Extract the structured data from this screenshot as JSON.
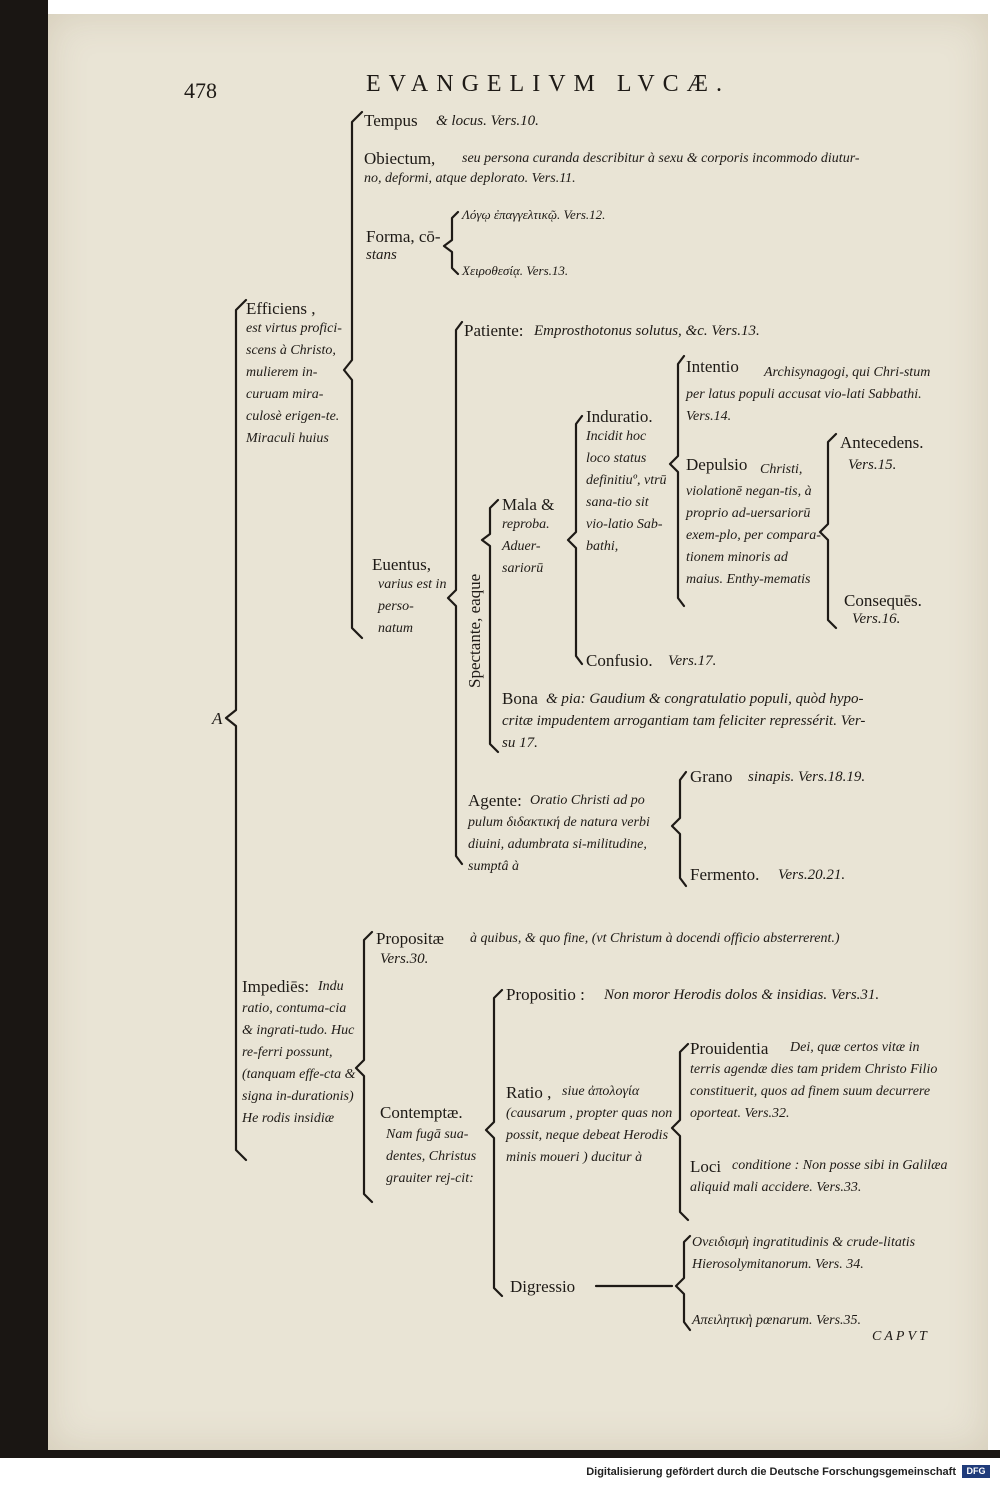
{
  "page_number": "478",
  "running_head": "EVANGELIVM LVCÆ.",
  "root_letter": "A",
  "efficiens": {
    "label": "Efficiens ,",
    "desc": "est virtus profici-scens à Christo, mulierem in-curuam mira-culosè erigen-te. Miraculi huius"
  },
  "tempus": {
    "label": "Tempus",
    "rest": "& locus. Vers.10."
  },
  "obiectum": {
    "label": "Obiectum,",
    "line1": "seu persona curanda describitur à sexu & corporis incommodo diutur-",
    "line2": "no, deformi, atque deplorato. Vers.11."
  },
  "forma": {
    "label": "Forma, cō-",
    "label2": "stans",
    "items": [
      "Λόγῳ ἐπαγγελτικῷ. Vers.12.",
      "Χειροθεσίᾳ. Vers.13."
    ]
  },
  "euentus": {
    "label": "Euentus,",
    "desc": "varius est in perso-natum"
  },
  "spectante": "Spectante, eaque",
  "patiente": {
    "label": "Patiente:",
    "rest": "Emprosthotonus solutus, &c. Vers.13."
  },
  "mala": {
    "label": "Mala &",
    "desc": "reproba. Aduer-sariorū"
  },
  "induratio": {
    "label": "Induratio.",
    "desc": "Incidit hoc loco status definitiuº, vtrū sana-tio sit vio-latio Sab-bathi,"
  },
  "intentio": {
    "label": "Intentio",
    "desc": "Archisynagogi, qui Chri-stum per latus populi accusat vio-lati Sabbathi. Vers.14."
  },
  "depulsio": {
    "label": "Depulsio",
    "desc": "Christi, violationē negan-tis, à proprio ad-uersariorū exem-plo, per compara-tionem minoris ad maius. Enthy-mematis"
  },
  "antecedens": {
    "label": "Antecedens.",
    "vers": "Vers.15."
  },
  "consequens": {
    "label": "Consequēs.",
    "vers": "Vers.16."
  },
  "confusio": {
    "label": "Confusio.",
    "vers": "Vers.17."
  },
  "bona": {
    "label": "Bona",
    "line1": "& pia: Gaudium & congratulatio populi, quòd hypo-",
    "line2": "critæ impudentem arrogantiam tam feliciter repressérit. Ver-",
    "line3": "su 17."
  },
  "agente": {
    "label": "Agente:",
    "desc": "Oratio Christi ad po pulum διδακτική de natura verbi diuini, adumbrata si-militudine, sumptâ à"
  },
  "grano": {
    "label": "Grano",
    "rest": "sinapis. Vers.18.19."
  },
  "fermento": {
    "label": "Fermento.",
    "rest": "Vers.20.21."
  },
  "impediens": {
    "label": "Impediēs:",
    "desc": "Indu ratio, contuma-cia & ingrati-tudo. Huc re-ferri possunt, (tanquam effe-cta & signa in-durationis) He rodis insidiæ"
  },
  "propositae": {
    "label": "Propositæ",
    "line1": "à quibus, & quo fine, (vt Christum à docendi officio absterrerent.)",
    "line2": "Vers.30."
  },
  "contemptae": {
    "label": "Contemptæ.",
    "desc": "Nam fugā sua-dentes, Christus grauiter rej-cit:"
  },
  "propositio": {
    "label": "Propositio :",
    "rest": "Non moror Herodis dolos & insidias. Vers.31."
  },
  "ratio": {
    "label": "Ratio ,",
    "desc": "siue ἀπολογία (causarum , propter quas non possit, neque debeat Herodis minis moueri ) ducitur à"
  },
  "prouidentia": {
    "label": "Prouidentia",
    "desc": "Dei, quæ certos vitæ in terris agendæ dies tam pridem Christo Filio constituerit, quos ad finem suum decurrere oporteat. Vers.32."
  },
  "loci": {
    "label": "Loci",
    "desc": "conditione : Non posse sibi in Galilæa aliquid mali accidere. Vers.33."
  },
  "digressio": {
    "label": "Digressio"
  },
  "oneidismos": {
    "desc": "Ονειδισμὴ ingratitudinis & crude-litatis Hierosolymitanorum. Vers. 34."
  },
  "apelleptike": {
    "desc": "Απειλητικὴ pœnarum. Vers.35."
  },
  "catchword": "CAPVT",
  "footer": "Digitalisierung gefördert durch die Deutsche Forschungsgemeinschaft",
  "footer_logo": "DFG"
}
